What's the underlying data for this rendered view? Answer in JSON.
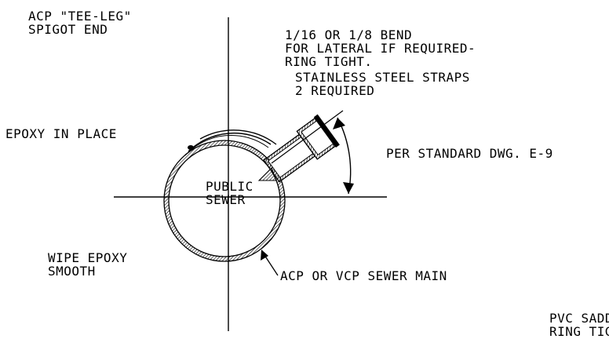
{
  "labels": {
    "spigot": [
      "ACP \"TEE-LEG\"",
      "SPIGOT END"
    ],
    "bend": [
      "1/16 OR 1/8 BEND",
      "FOR LATERAL IF REQUIRED-",
      "RING TIGHT."
    ],
    "straps": [
      "STAINLESS STEEL STRAPS",
      "2 REQUIRED"
    ],
    "epoxy_in_place": "EPOXY IN PLACE",
    "per_standard": "PER STANDARD DWG. E-9",
    "public_sewer": [
      "PUBLIC",
      "SEWER"
    ],
    "wipe_epoxy": [
      "WIPE EPOXY",
      "SMOOTH"
    ],
    "sewer_main": "ACP OR VCP SEWER MAIN",
    "pvc_saddle": [
      "PVC SADD",
      "RING TIGH"
    ]
  },
  "colors": {
    "ink": "#000000",
    "paper": "#ffffff"
  }
}
